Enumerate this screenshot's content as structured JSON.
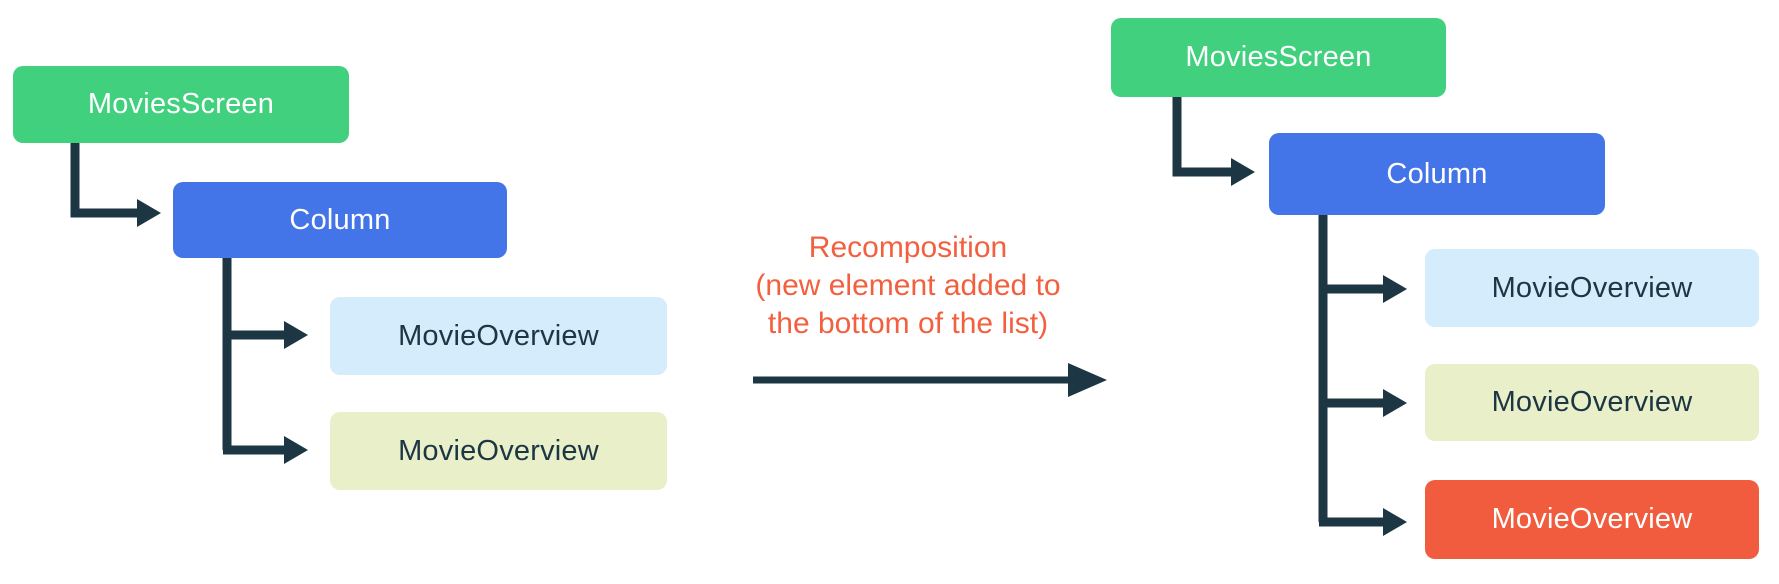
{
  "colors": {
    "background": "#ffffff",
    "green": "#40d07e",
    "blue": "#4374e8",
    "light_blue": "#d4ecfb",
    "light_yellow": "#e9efc9",
    "orange": "#f15b3e",
    "caption": "#f2603f",
    "connector": "#1c3644",
    "dark_text": "#1c3644",
    "light_text": "#ffffff"
  },
  "before_tree": {
    "movies_screen_label": "MoviesScreen",
    "column_label": "Column",
    "movie_overview_1_label": "MovieOverview",
    "movie_overview_2_label": "MovieOverview"
  },
  "after_tree": {
    "movies_screen_label": "MoviesScreen",
    "column_label": "Column",
    "movie_overview_1_label": "MovieOverview",
    "movie_overview_2_label": "MovieOverview",
    "movie_overview_3_label": "MovieOverview"
  },
  "caption": {
    "line_1": "Recomposition",
    "line_2": "(new element added to",
    "line_3": "the bottom of the list)"
  }
}
